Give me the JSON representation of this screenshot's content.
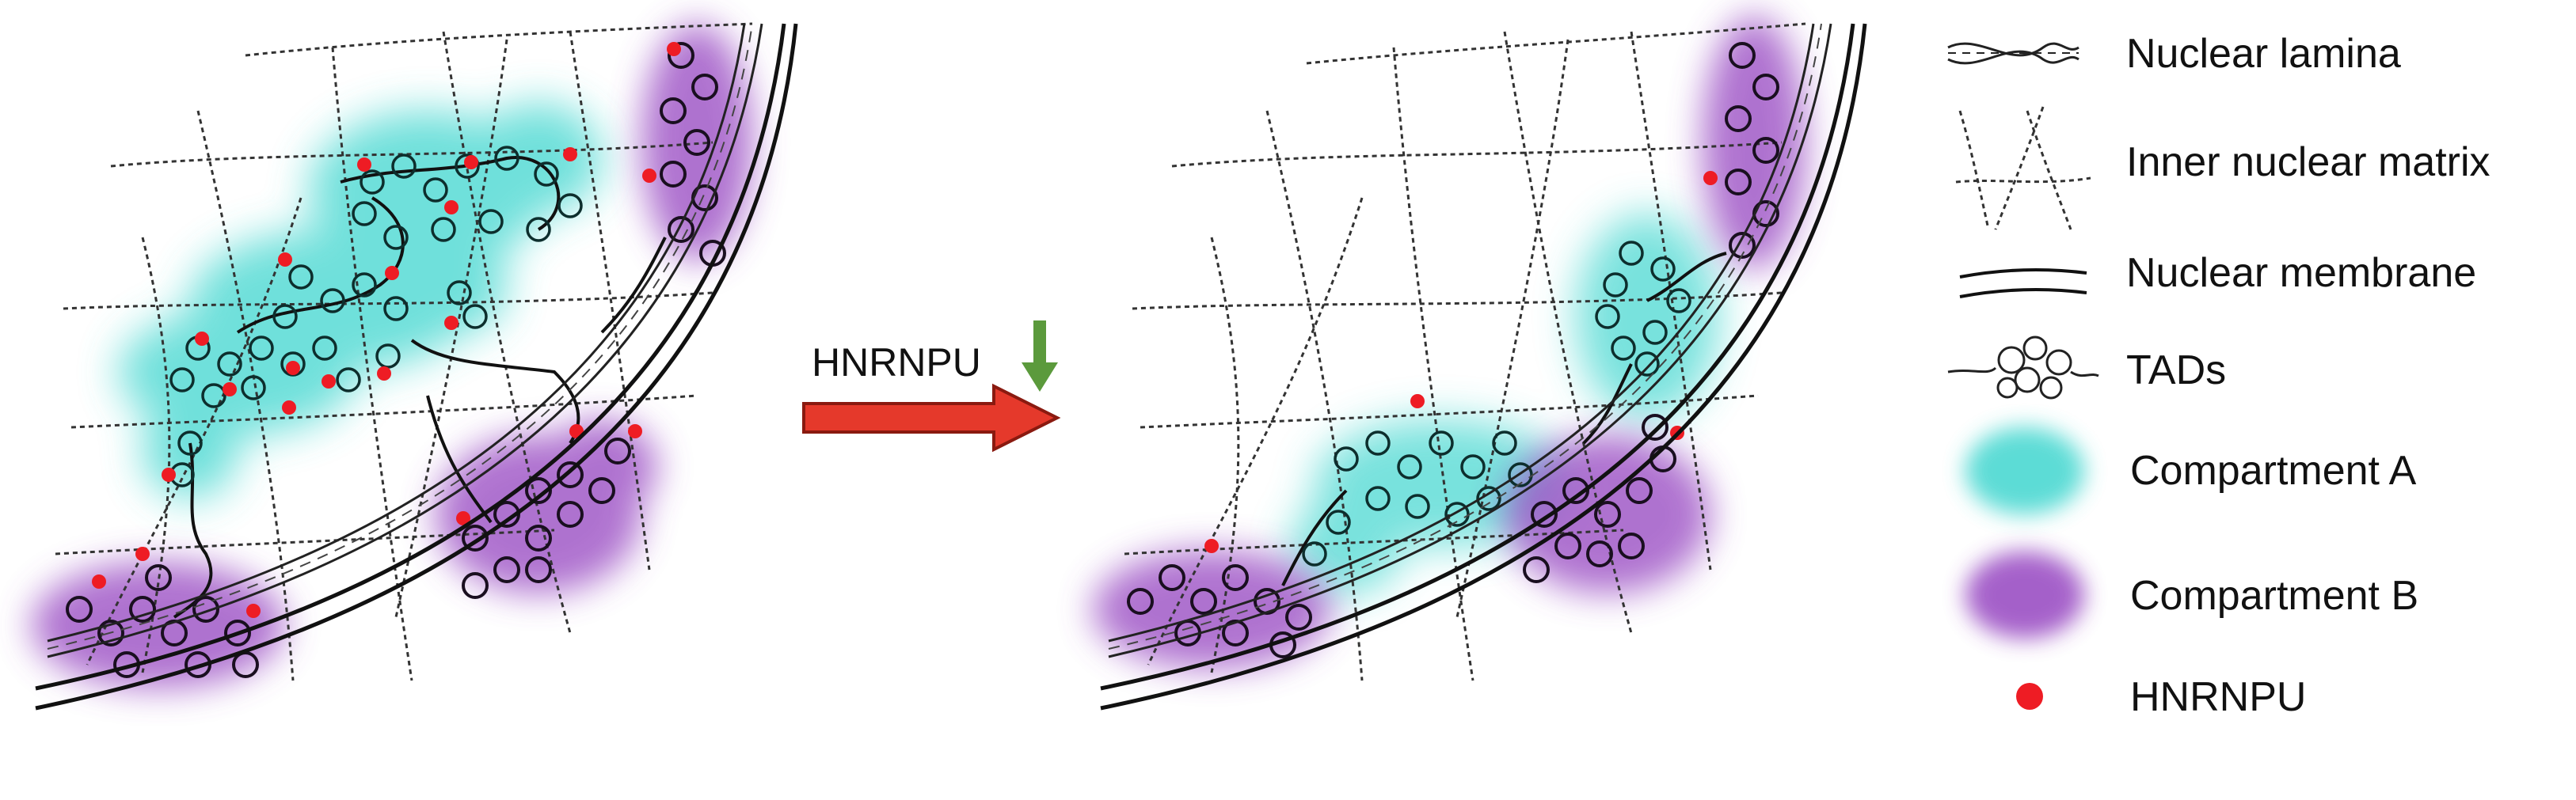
{
  "arrow": {
    "label": "HNRNPU",
    "body_color": "#e5392b",
    "outline_color": "#8a1a10",
    "down_arrow_color": "#5b9a3c"
  },
  "legend": {
    "items": [
      {
        "key": "lamina",
        "label": "Nuclear lamina",
        "icon": "nuclear-lamina-icon"
      },
      {
        "key": "matrix",
        "label": "Inner nuclear matrix",
        "icon": "inner-nuclear-matrix-icon"
      },
      {
        "key": "membrane",
        "label": "Nuclear membrane",
        "icon": "nuclear-membrane-icon"
      },
      {
        "key": "tads",
        "label": "TADs",
        "icon": "tads-icon"
      },
      {
        "key": "compA",
        "label": "Compartment A",
        "icon": "compartment-a-icon"
      },
      {
        "key": "compB",
        "label": "Compartment B",
        "icon": "compartment-b-icon"
      },
      {
        "key": "hnrnpu",
        "label": "HNRNPU",
        "icon": "hnrnpu-dot-icon"
      }
    ]
  },
  "colors": {
    "compartment_a": "#40d6cf",
    "compartment_b": "#9b4fc4",
    "hnrnpu_dot": "#ee1c24",
    "lines": "#222222"
  }
}
